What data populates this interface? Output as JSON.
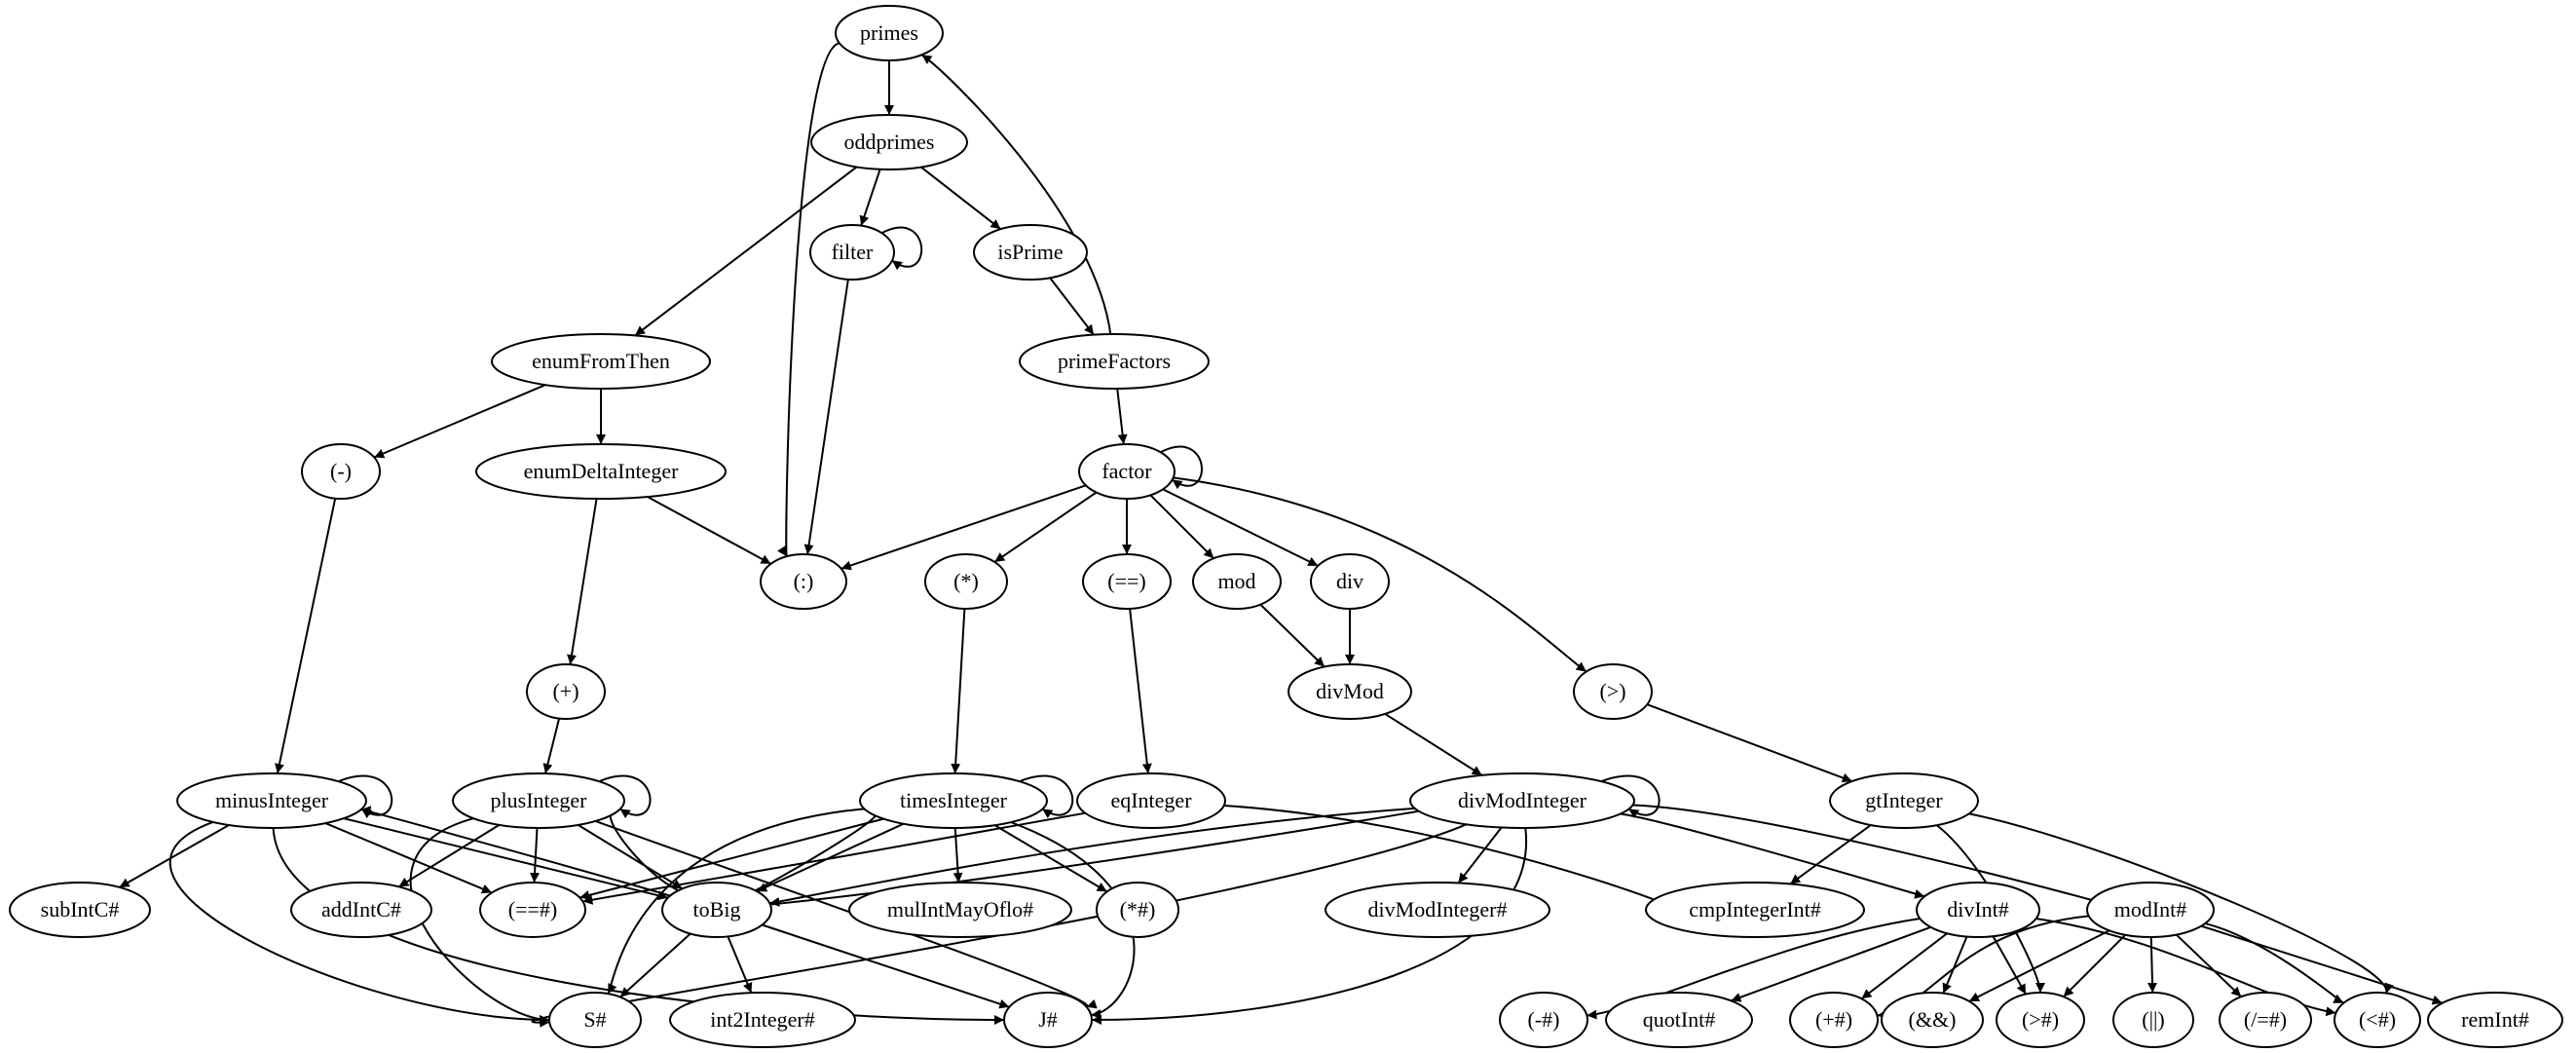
{
  "graph": {
    "nodes": [
      {
        "id": "primes",
        "label": "primes"
      },
      {
        "id": "oddprimes",
        "label": "oddprimes"
      },
      {
        "id": "filter",
        "label": "filter"
      },
      {
        "id": "isPrime",
        "label": "isPrime"
      },
      {
        "id": "enumFromThen",
        "label": "enumFromThen"
      },
      {
        "id": "primeFactors",
        "label": "primeFactors"
      },
      {
        "id": "minus",
        "label": "(-)"
      },
      {
        "id": "enumDeltaInteger",
        "label": "enumDeltaInteger"
      },
      {
        "id": "factor",
        "label": "factor"
      },
      {
        "id": "cons",
        "label": "(:)"
      },
      {
        "id": "times",
        "label": "(*)"
      },
      {
        "id": "eqeq",
        "label": "(==)"
      },
      {
        "id": "mod",
        "label": "mod"
      },
      {
        "id": "div",
        "label": "div"
      },
      {
        "id": "plus",
        "label": "(+)"
      },
      {
        "id": "divMod",
        "label": "divMod"
      },
      {
        "id": "gt",
        "label": "(>)"
      },
      {
        "id": "minusInteger",
        "label": "minusInteger"
      },
      {
        "id": "plusInteger",
        "label": "plusInteger"
      },
      {
        "id": "timesInteger",
        "label": "timesInteger"
      },
      {
        "id": "eqInteger",
        "label": "eqInteger"
      },
      {
        "id": "divModInteger",
        "label": "divModInteger"
      },
      {
        "id": "gtInteger",
        "label": "gtInteger"
      },
      {
        "id": "subIntC",
        "label": "subIntC#"
      },
      {
        "id": "addIntC",
        "label": "addIntC#"
      },
      {
        "id": "eqeqHash",
        "label": "(==#)"
      },
      {
        "id": "toBig",
        "label": "toBig"
      },
      {
        "id": "mulIntMayOflo",
        "label": "mulIntMayOflo#"
      },
      {
        "id": "timesHash",
        "label": "(*#)"
      },
      {
        "id": "divModIntegerHash",
        "label": "divModInteger#"
      },
      {
        "id": "cmpIntegerInt",
        "label": "cmpIntegerInt#"
      },
      {
        "id": "divIntHash",
        "label": "divInt#"
      },
      {
        "id": "modIntHash",
        "label": "modInt#"
      },
      {
        "id": "SHash",
        "label": "S#"
      },
      {
        "id": "int2Integer",
        "label": "int2Integer#"
      },
      {
        "id": "JHash",
        "label": "J#"
      },
      {
        "id": "minusHash",
        "label": "(-#)"
      },
      {
        "id": "quotInt",
        "label": "quotInt#"
      },
      {
        "id": "plusHash",
        "label": "(+#)"
      },
      {
        "id": "andand",
        "label": "(&&)"
      },
      {
        "id": "gtHash",
        "label": "(>#)"
      },
      {
        "id": "oror",
        "label": "(||)"
      },
      {
        "id": "neqHash",
        "label": "(/=#)"
      },
      {
        "id": "ltHash",
        "label": "(<#)"
      },
      {
        "id": "remInt",
        "label": "remInt#"
      }
    ],
    "edges": [
      [
        "primes",
        "oddprimes"
      ],
      [
        "primes",
        "cons"
      ],
      [
        "oddprimes",
        "filter"
      ],
      [
        "oddprimes",
        "isPrime"
      ],
      [
        "oddprimes",
        "enumFromThen"
      ],
      [
        "filter",
        "filter"
      ],
      [
        "filter",
        "cons"
      ],
      [
        "isPrime",
        "primeFactors"
      ],
      [
        "primeFactors",
        "primes"
      ],
      [
        "primeFactors",
        "factor"
      ],
      [
        "enumFromThen",
        "minus"
      ],
      [
        "enumFromThen",
        "enumDeltaInteger"
      ],
      [
        "enumDeltaInteger",
        "cons"
      ],
      [
        "enumDeltaInteger",
        "plus"
      ],
      [
        "factor",
        "factor"
      ],
      [
        "factor",
        "cons"
      ],
      [
        "factor",
        "times"
      ],
      [
        "factor",
        "eqeq"
      ],
      [
        "factor",
        "mod"
      ],
      [
        "factor",
        "div"
      ],
      [
        "factor",
        "gt"
      ],
      [
        "minus",
        "minusInteger"
      ],
      [
        "plus",
        "plusInteger"
      ],
      [
        "times",
        "timesInteger"
      ],
      [
        "eqeq",
        "eqInteger"
      ],
      [
        "mod",
        "divMod"
      ],
      [
        "div",
        "divMod"
      ],
      [
        "divMod",
        "divModInteger"
      ],
      [
        "gt",
        "gtInteger"
      ],
      [
        "minusInteger",
        "minusInteger"
      ],
      [
        "minusInteger",
        "subIntC"
      ],
      [
        "minusInteger",
        "eqeqHash"
      ],
      [
        "minusInteger",
        "toBig"
      ],
      [
        "minusInteger",
        "SHash"
      ],
      [
        "minusInteger",
        "JHash"
      ],
      [
        "plusInteger",
        "plusInteger"
      ],
      [
        "plusInteger",
        "addIntC"
      ],
      [
        "plusInteger",
        "eqeqHash"
      ],
      [
        "plusInteger",
        "toBig"
      ],
      [
        "plusInteger",
        "SHash"
      ],
      [
        "plusInteger",
        "JHash"
      ],
      [
        "timesInteger",
        "timesInteger"
      ],
      [
        "timesInteger",
        "mulIntMayOflo"
      ],
      [
        "timesInteger",
        "timesHash"
      ],
      [
        "timesInteger",
        "eqeqHash"
      ],
      [
        "timesInteger",
        "toBig"
      ],
      [
        "timesInteger",
        "SHash"
      ],
      [
        "timesInteger",
        "JHash"
      ],
      [
        "eqInteger",
        "eqeqHash"
      ],
      [
        "eqInteger",
        "cmpIntegerInt"
      ],
      [
        "divModInteger",
        "divModInteger"
      ],
      [
        "divModInteger",
        "divModIntegerHash"
      ],
      [
        "divModInteger",
        "toBig"
      ],
      [
        "divModInteger",
        "SHash"
      ],
      [
        "divModInteger",
        "JHash"
      ],
      [
        "divModInteger",
        "divIntHash"
      ],
      [
        "divModInteger",
        "modIntHash"
      ],
      [
        "gtInteger",
        "cmpIntegerInt"
      ],
      [
        "gtInteger",
        "gtHash"
      ],
      [
        "gtInteger",
        "ltHash"
      ],
      [
        "toBig",
        "minusInteger"
      ],
      [
        "toBig",
        "plusInteger"
      ],
      [
        "toBig",
        "timesInteger"
      ],
      [
        "toBig",
        "divModInteger"
      ],
      [
        "toBig",
        "SHash"
      ],
      [
        "toBig",
        "int2Integer"
      ],
      [
        "toBig",
        "JHash"
      ],
      [
        "divIntHash",
        "minusHash"
      ],
      [
        "divIntHash",
        "quotInt"
      ],
      [
        "divIntHash",
        "plusHash"
      ],
      [
        "divIntHash",
        "andand"
      ],
      [
        "divIntHash",
        "gtHash"
      ],
      [
        "divIntHash",
        "ltHash"
      ],
      [
        "modIntHash",
        "plusHash"
      ],
      [
        "modIntHash",
        "andand"
      ],
      [
        "modIntHash",
        "gtHash"
      ],
      [
        "modIntHash",
        "oror"
      ],
      [
        "modIntHash",
        "neqHash"
      ],
      [
        "modIntHash",
        "ltHash"
      ],
      [
        "modIntHash",
        "remInt"
      ]
    ]
  }
}
